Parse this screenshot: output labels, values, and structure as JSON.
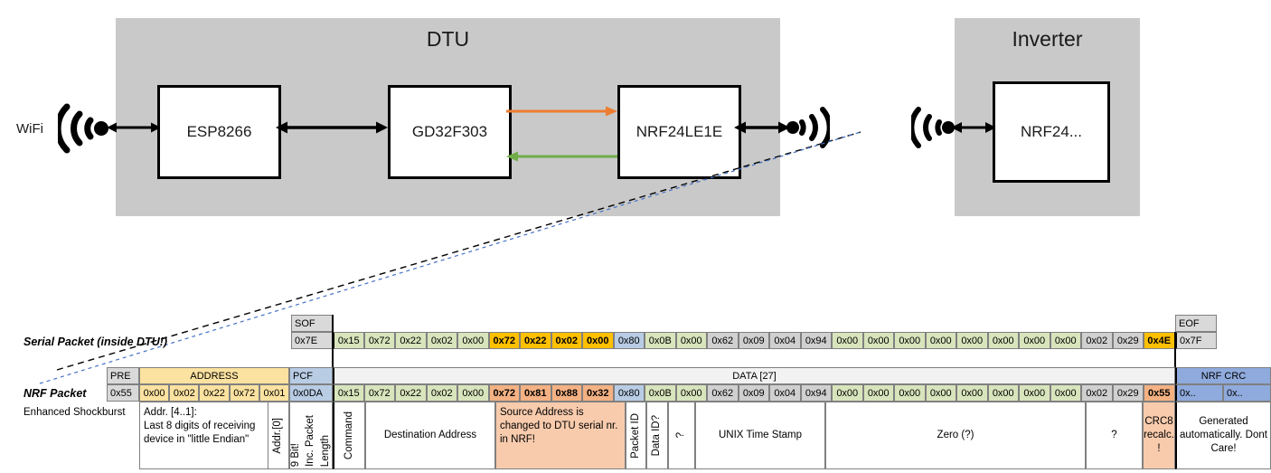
{
  "diagram": {
    "dtu": {
      "title": "DTU",
      "chips": [
        {
          "label": "ESP8266"
        },
        {
          "label": "GD32F303"
        },
        {
          "label": "NRF24LE1E"
        }
      ]
    },
    "inverter": {
      "title": "Inverter",
      "chips": [
        {
          "label": "NRF24..."
        }
      ]
    },
    "wifi_label": "WiFi",
    "icons": {
      "wifi_left": "wifi-antenna-icon",
      "rf_dtu": "rf-antenna-icon",
      "rf_inverter": "rf-antenna-icon",
      "tx_arrow": "orange-arrow-icon",
      "rx_arrow": "green-arrow-icon"
    },
    "colors": {
      "enclosure": "#c9c9c9",
      "tx_arrow": "#ed7d31",
      "rx_arrow": "#70ad47"
    }
  },
  "packets": {
    "serial_label": "Serial Packet (inside DTU!)",
    "nrf_label": "NRF Packet",
    "nrf_sub_label": "Enhanced Shockburst",
    "serial": {
      "sof_header": "SOF",
      "sof_value": "0x7E",
      "eof_header": "EOF",
      "eof_value": "0x7F",
      "bytes": [
        {
          "v": "0x15",
          "c": "green"
        },
        {
          "v": "0x72",
          "c": "green"
        },
        {
          "v": "0x22",
          "c": "green"
        },
        {
          "v": "0x02",
          "c": "green"
        },
        {
          "v": "0x00",
          "c": "green"
        },
        {
          "v": "0x72",
          "c": "yellow",
          "b": true
        },
        {
          "v": "0x22",
          "c": "yellow",
          "b": true
        },
        {
          "v": "0x02",
          "c": "yellow",
          "b": true
        },
        {
          "v": "0x00",
          "c": "yellow",
          "b": true
        },
        {
          "v": "0x80",
          "c": "blue"
        },
        {
          "v": "0x0B",
          "c": "green"
        },
        {
          "v": "0x00",
          "c": "green"
        },
        {
          "v": "0x62",
          "c": "grey"
        },
        {
          "v": "0x09",
          "c": "grey"
        },
        {
          "v": "0x04",
          "c": "grey"
        },
        {
          "v": "0x94",
          "c": "grey"
        },
        {
          "v": "0x00",
          "c": "green"
        },
        {
          "v": "0x00",
          "c": "green"
        },
        {
          "v": "0x00",
          "c": "green"
        },
        {
          "v": "0x00",
          "c": "green"
        },
        {
          "v": "0x00",
          "c": "green"
        },
        {
          "v": "0x00",
          "c": "green"
        },
        {
          "v": "0x00",
          "c": "green"
        },
        {
          "v": "0x00",
          "c": "green"
        },
        {
          "v": "0x02",
          "c": "grey"
        },
        {
          "v": "0x29",
          "c": "grey"
        },
        {
          "v": "0x4E",
          "c": "orange",
          "b": true
        }
      ]
    },
    "nrf": {
      "headers": {
        "pre": "PRE",
        "address": "ADDRESS",
        "pcf": "PCF",
        "data": "DATA [27]",
        "crc": "NRF CRC"
      },
      "pre_value": "0x55",
      "address_values": [
        "0x00",
        "0x02",
        "0x22",
        "0x72",
        "0x01"
      ],
      "pcf_value": "0x0DA",
      "bytes": [
        {
          "v": "0x15",
          "c": "green"
        },
        {
          "v": "0x72",
          "c": "green"
        },
        {
          "v": "0x22",
          "c": "green"
        },
        {
          "v": "0x02",
          "c": "green"
        },
        {
          "v": "0x00",
          "c": "green"
        },
        {
          "v": "0x72",
          "c": "salmon",
          "b": true
        },
        {
          "v": "0x81",
          "c": "salmon",
          "b": true
        },
        {
          "v": "0x88",
          "c": "salmon",
          "b": true
        },
        {
          "v": "0x32",
          "c": "salmon",
          "b": true
        },
        {
          "v": "0x80",
          "c": "blue"
        },
        {
          "v": "0x0B",
          "c": "green"
        },
        {
          "v": "0x00",
          "c": "green"
        },
        {
          "v": "0x62",
          "c": "grey"
        },
        {
          "v": "0x09",
          "c": "grey"
        },
        {
          "v": "0x04",
          "c": "grey"
        },
        {
          "v": "0x94",
          "c": "grey"
        },
        {
          "v": "0x00",
          "c": "green"
        },
        {
          "v": "0x00",
          "c": "green"
        },
        {
          "v": "0x00",
          "c": "green"
        },
        {
          "v": "0x00",
          "c": "green"
        },
        {
          "v": "0x00",
          "c": "green"
        },
        {
          "v": "0x00",
          "c": "green"
        },
        {
          "v": "0x00",
          "c": "green"
        },
        {
          "v": "0x00",
          "c": "green"
        },
        {
          "v": "0x02",
          "c": "grey"
        },
        {
          "v": "0x29",
          "c": "grey"
        },
        {
          "v": "0x55",
          "c": "salmon",
          "b": true
        }
      ],
      "crc_values": [
        "0x..",
        "0x.."
      ]
    },
    "descriptions": {
      "address": "Addr. [4..1]:\nLast 8 digits of receiving device in \"little Endian\"",
      "addr0": "Addr.[0]",
      "pcf_a": "9 Bit!",
      "pcf_b": "Inc. Packet",
      "pcf_c": "Length",
      "command": "Command",
      "dest_address": "Destination Address",
      "source_address": "Source Address is changed to DTU serial nr. in NRF!",
      "packet_id": "Packet ID",
      "data_id": "Data ID?",
      "tilde": "?",
      "unix": "UNIX Time Stamp",
      "zero": "Zero (?)",
      "question": "?",
      "crc8": "CRC8 recalc. !",
      "nrf_crc": "Generated automatically. Dont Care!"
    },
    "palette": {
      "green": "#d8e4bc",
      "yellow": "#ffc000",
      "orange": "#ffc000",
      "blue": "#b8cce4",
      "grey": "#d0d0d0",
      "salmon": "#f4b183",
      "header_grey": "#d9d9d9",
      "address_yellow": "#fbe2a0",
      "pcf_blue": "#b8cce4",
      "crc_blue": "#8faadc",
      "data_header": "#f2f2f2"
    }
  }
}
